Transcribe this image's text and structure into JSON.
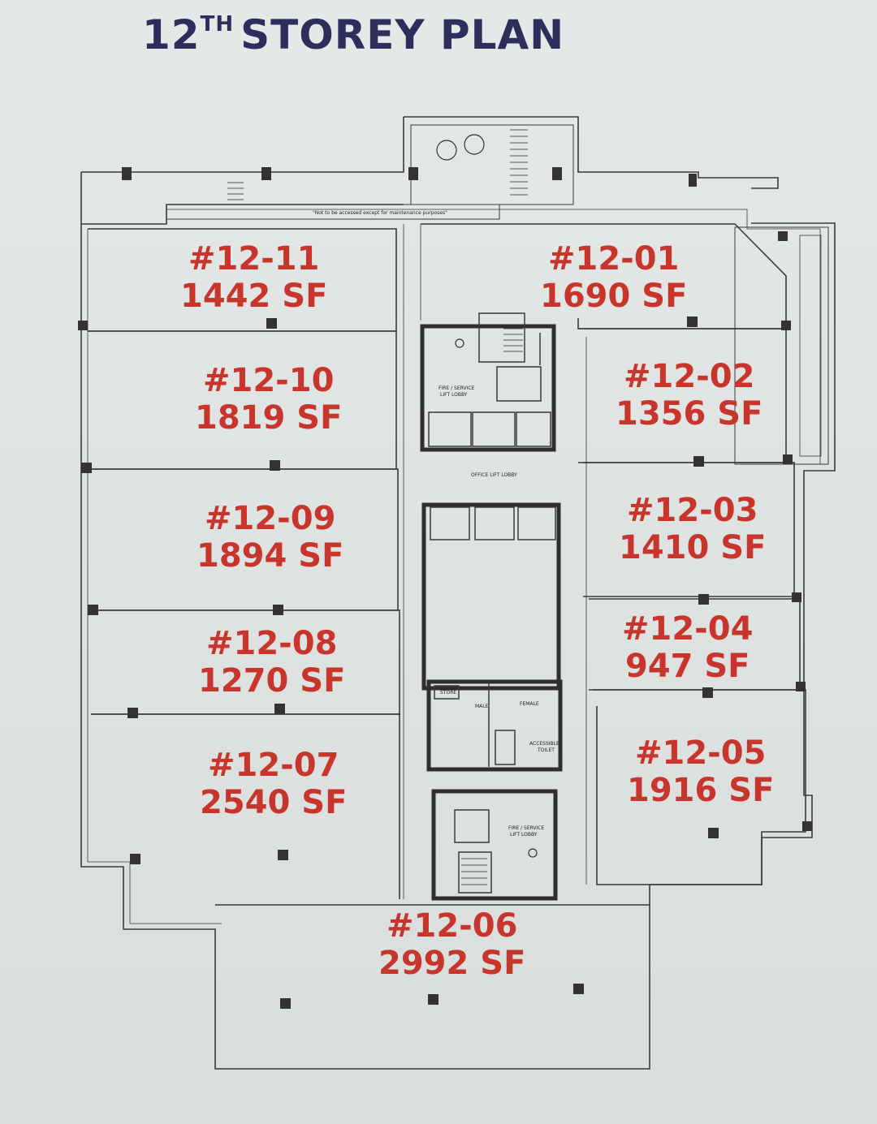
{
  "title": {
    "prefix": "12",
    "superscript": "TH",
    "suffix": "STOREY PLAN"
  },
  "notes": {
    "maintenance": "\"Not to be accessed except for maintenance purposes\"",
    "fire_lobby_1": [
      "FIRE / SERVICE",
      "LIFT LOBBY"
    ],
    "office_lift_lobby": "OFFICE LIFT LOBBY",
    "store": "STORE",
    "male": "MALE",
    "female": "FEMALE",
    "accessible_toilet": [
      "ACCESSIBLE",
      "TOILET"
    ],
    "fire_lobby_2": [
      "FIRE / SERVICE",
      "LIFT LOBBY"
    ]
  },
  "units": [
    {
      "id": "#12-11",
      "area": "1442 SF"
    },
    {
      "id": "#12-01",
      "area": "1690 SF"
    },
    {
      "id": "#12-10",
      "area": "1819 SF"
    },
    {
      "id": "#12-02",
      "area": "1356 SF"
    },
    {
      "id": "#12-09",
      "area": "1894 SF"
    },
    {
      "id": "#12-03",
      "area": "1410 SF"
    },
    {
      "id": "#12-08",
      "area": "1270 SF"
    },
    {
      "id": "#12-04",
      "area": "947 SF"
    },
    {
      "id": "#12-07",
      "area": "2540 SF"
    },
    {
      "id": "#12-05",
      "area": "1916 SF"
    },
    {
      "id": "#12-06",
      "area": "2992 SF"
    }
  ]
}
